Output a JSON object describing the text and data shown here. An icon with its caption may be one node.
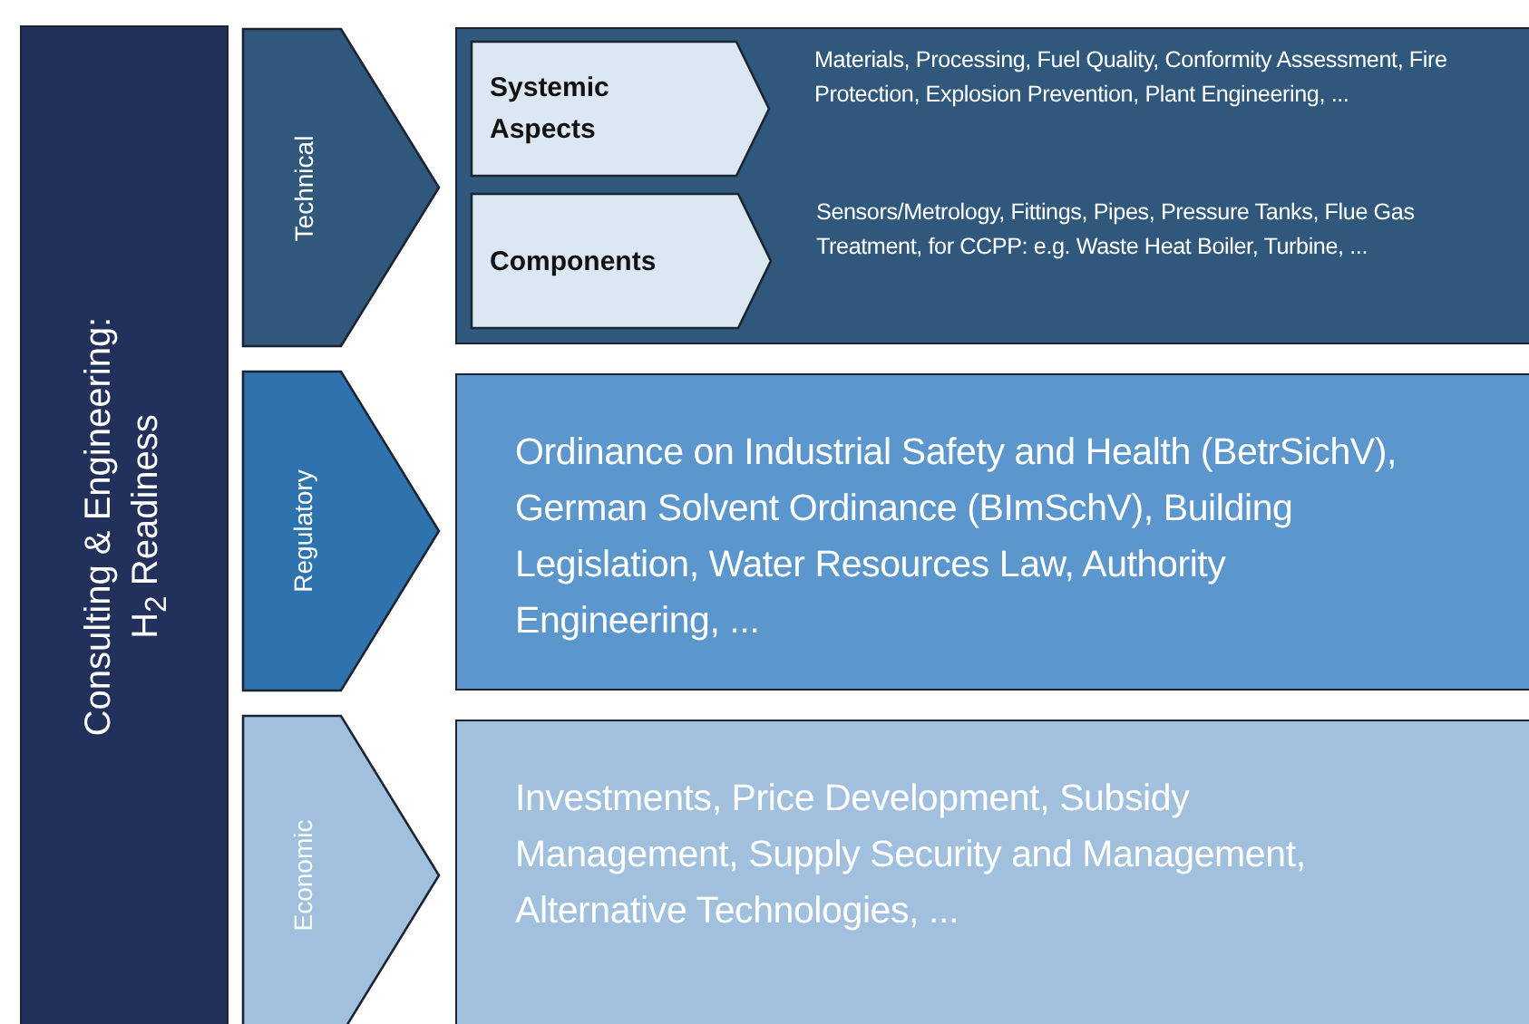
{
  "diagram": {
    "nodes": [
      {
        "text": [
          "Consulting & Engineering:",
          "H$_{2}$ Readiness"
        ]
      },
      {
        "text": [
          "Technical"
        ]
      },
      {
        "text": [],
        "shape": "box"
      },
      {
        "text": [
          "Systemic Aspects"
        ],
        "in": 2,
        "beside": [
          "Materials, Processing, Fuel Quality, Conformity Assessment, Fire Protection, Explosion Prevention, Plant Engineering, ..."
        ]
      },
      {
        "text": [
          "Components"
        ],
        "in": 2,
        "beside": [
          "Sensors/Metrology, Fittings, Pipes, Pressure Tanks, Flue Gas Treatment, for CCPP: e.g. Waste Heat Boiler, Turbine, ..."
        ]
      },
      {
        "text": [
          "Regulatory"
        ]
      },
      {
        "text": [
          "Ordinance on Industrial Safety and Health (BetrSichV), German Solvent Ordinance (BImSchV), Building Legislation, Water Resources Law, Authority Engineering, ..."
        ]
      },
      {
        "text": [
          "Economic"
        ]
      },
      {
        "text": [
          "Investments, Price Development, Subsidy Management, Supply Security and Management, Alternative Technologies, ..."
        ]
      }
    ]
  }
}
